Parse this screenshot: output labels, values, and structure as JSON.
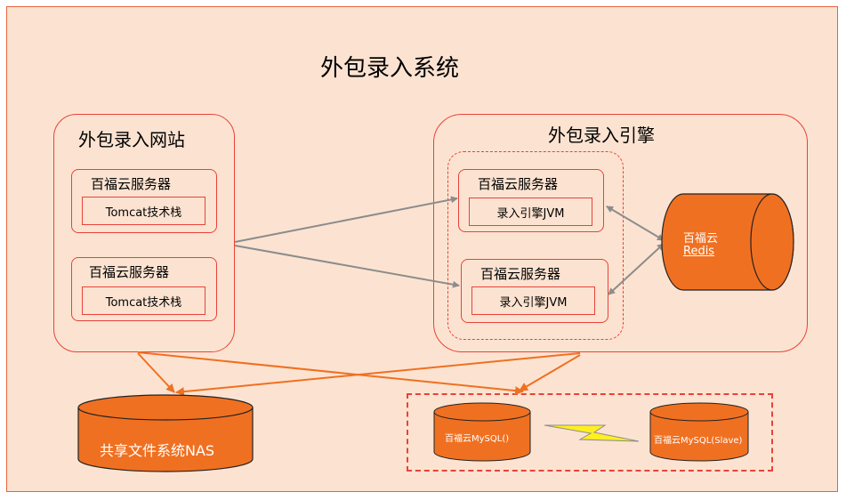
{
  "title": "外包录入系统",
  "website": {
    "title": "外包录入网站",
    "servers": [
      {
        "label": "百福云服务器",
        "stack": "Tomcat技术栈"
      },
      {
        "label": "百福云服务器",
        "stack": "Tomcat技术栈"
      }
    ]
  },
  "engine": {
    "title": "外包录入引擎",
    "servers": [
      {
        "label": "百福云服务器",
        "stack": "录入引擎JVM"
      },
      {
        "label": "百福云服务器",
        "stack": "录入引擎JVM"
      }
    ]
  },
  "redis": {
    "line1": "百福云",
    "line2": "Redis"
  },
  "nas": {
    "label": "共享文件系统NAS"
  },
  "mysql": {
    "master": "百福云MySQL()",
    "slave": "百福云MySQL(Slave)"
  },
  "colors": {
    "background": "#fce3d1",
    "border_red": "#e8423a",
    "orange": "#f07021",
    "gray_arrow": "#8c8c8c",
    "lightning": "#ffee22"
  }
}
